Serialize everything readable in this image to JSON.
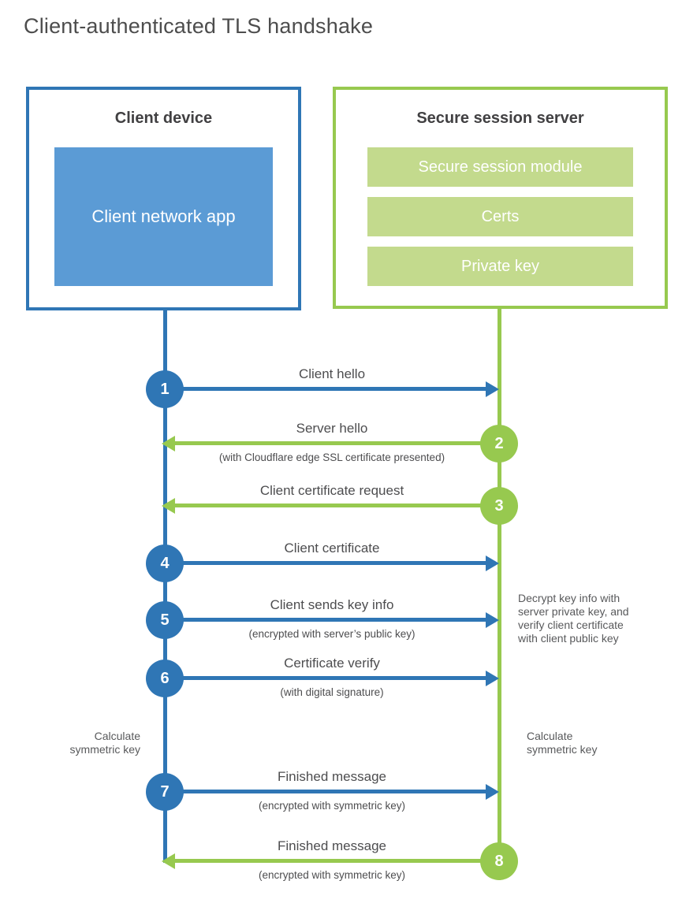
{
  "title": "Client-authenticated TLS handshake",
  "colors": {
    "blue": "#2F76B5",
    "blue-light": "#5B9BD5",
    "green": "#97C94F",
    "green-light": "#C3DA8D"
  },
  "client": {
    "title": "Client device",
    "app_label": "Client network app"
  },
  "server": {
    "title": "Secure session server",
    "modules": [
      "Secure session module",
      "Certs",
      "Private key"
    ]
  },
  "flows": [
    {
      "step": "1",
      "actor": "client",
      "direction": "right",
      "label": "Client hello",
      "sublabel": ""
    },
    {
      "step": "2",
      "actor": "server",
      "direction": "left",
      "label": "Server hello",
      "sublabel": "(with Cloudflare edge SSL certificate presented)"
    },
    {
      "step": "3",
      "actor": "server",
      "direction": "left",
      "label": "Client certificate request",
      "sublabel": ""
    },
    {
      "step": "4",
      "actor": "client",
      "direction": "right",
      "label": "Client certificate",
      "sublabel": ""
    },
    {
      "step": "5",
      "actor": "client",
      "direction": "right",
      "label": "Client sends key info",
      "sublabel": "(encrypted with server’s public key)"
    },
    {
      "step": "6",
      "actor": "client",
      "direction": "right",
      "label": "Certificate verify",
      "sublabel": "(with digital signature)"
    },
    {
      "step": "7",
      "actor": "client",
      "direction": "right",
      "label": "Finished message",
      "sublabel": "(encrypted with symmetric key)"
    },
    {
      "step": "8",
      "actor": "server",
      "direction": "left",
      "label": "Finished message",
      "sublabel": "(encrypted with symmetric key)"
    }
  ],
  "notes": {
    "decrypt": "Decrypt key info with\nserver private key, and\nverify client certificate\nwith client public key",
    "calc_left": "Calculate\nsymmetric key",
    "calc_right": "Calculate\nsymmetric key"
  }
}
